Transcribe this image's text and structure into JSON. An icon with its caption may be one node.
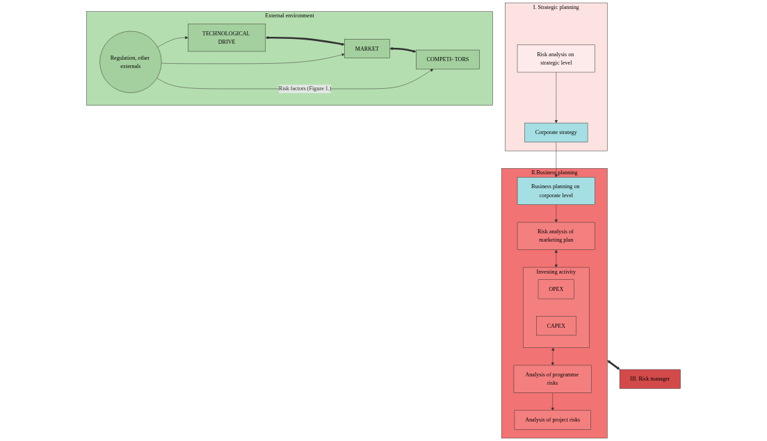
{
  "diagram": {
    "nodes": [
      {
        "text": [
          "I. Strategic planning"
        ]
      },
      {
        "text": [
          "Corporate strategy"
        ],
        "in": 0
      },
      {
        "text": [
          "Risk analysis on strategic level"
        ],
        "in": 0
      },
      {
        "text": [
          "II.Business planning"
        ]
      },
      {
        "text": [
          "Business planning on corporate level"
        ],
        "in": 3
      },
      {
        "text": [
          "Risk analysis of marketing plan"
        ],
        "in": 3
      },
      {
        "text": [
          "Investing activity"
        ],
        "in": 3
      },
      {
        "text": [
          "OPEX"
        ],
        "in": 6
      },
      {
        "text": [
          "CAPEX"
        ],
        "in": 6
      },
      {
        "text": [
          "Analysis of programme risks"
        ],
        "in": 3
      },
      {
        "text": [
          "Analysis of project risks"
        ],
        "in": 3
      },
      {
        "text": [
          "External environment"
        ]
      },
      {
        "text": [
          "TECHNOLOGICAL DRIVE"
        ],
        "in": 11
      },
      {
        "text": [
          "MARKET"
        ],
        "in": 11
      },
      {
        "text": [
          "COMPETI- TORS"
        ],
        "in": 11
      },
      {
        "text": [
          "Regulation, other externals"
        ],
        "in": 11
      },
      {
        "text": [
          "III. Risk manager"
        ]
      }
    ],
    "edges": [
      {
        "from": 2,
        "to": 1,
        "arrow": "to"
      },
      {
        "from": 1,
        "to": 4,
        "arrow": "to"
      },
      {
        "from": 4,
        "to": 5,
        "arrow": "to"
      },
      {
        "from": 5,
        "to": 6,
        "arrow": "both"
      },
      {
        "from": 6,
        "to": 9,
        "arrow": "both"
      },
      {
        "from": 9,
        "to": 10,
        "arrow": "to"
      },
      {
        "from": 12,
        "to": 13,
        "arrow": "both",
        "style": "thick"
      },
      {
        "from": 13,
        "to": 14,
        "arrow": "both",
        "style": "thick"
      },
      {
        "from": 15,
        "to": 12,
        "arrow": "to"
      },
      {
        "from": 15,
        "to": 13,
        "arrow": "to"
      },
      {
        "from": 15,
        "to": 14,
        "arrow": "to",
        "label": "Risk factors (Figure 1.)"
      },
      {
        "from": 3,
        "to": 16,
        "arrow": "both",
        "style": "thick"
      }
    ]
  }
}
